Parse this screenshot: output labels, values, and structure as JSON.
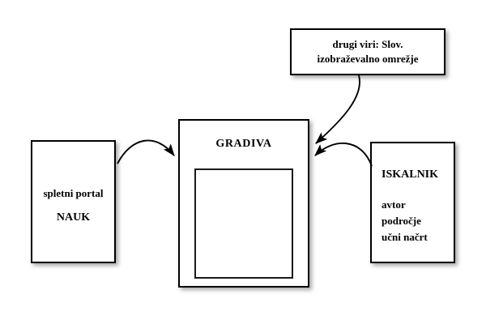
{
  "diagram": {
    "background_color": "#ffffff",
    "stroke_color": "#000000",
    "boxes": {
      "sources": {
        "line1": "drugi viri: Slov.",
        "line2": "izobraževalno omrežje"
      },
      "portal": {
        "line1": "spletni portal",
        "line2": "NAUK"
      },
      "gradiva": {
        "title": "GRADIVA"
      },
      "search": {
        "title": "ISKALNIK",
        "attributes": [
          "avtor",
          "področje",
          "učni načrt"
        ]
      }
    },
    "arrows": [
      {
        "name": "portal-to-gradiva",
        "from": "portal",
        "to": "gradiva"
      },
      {
        "name": "sources-to-gradiva",
        "from": "sources",
        "to": "gradiva"
      },
      {
        "name": "search-to-gradiva",
        "from": "search",
        "to": "gradiva"
      }
    ]
  }
}
